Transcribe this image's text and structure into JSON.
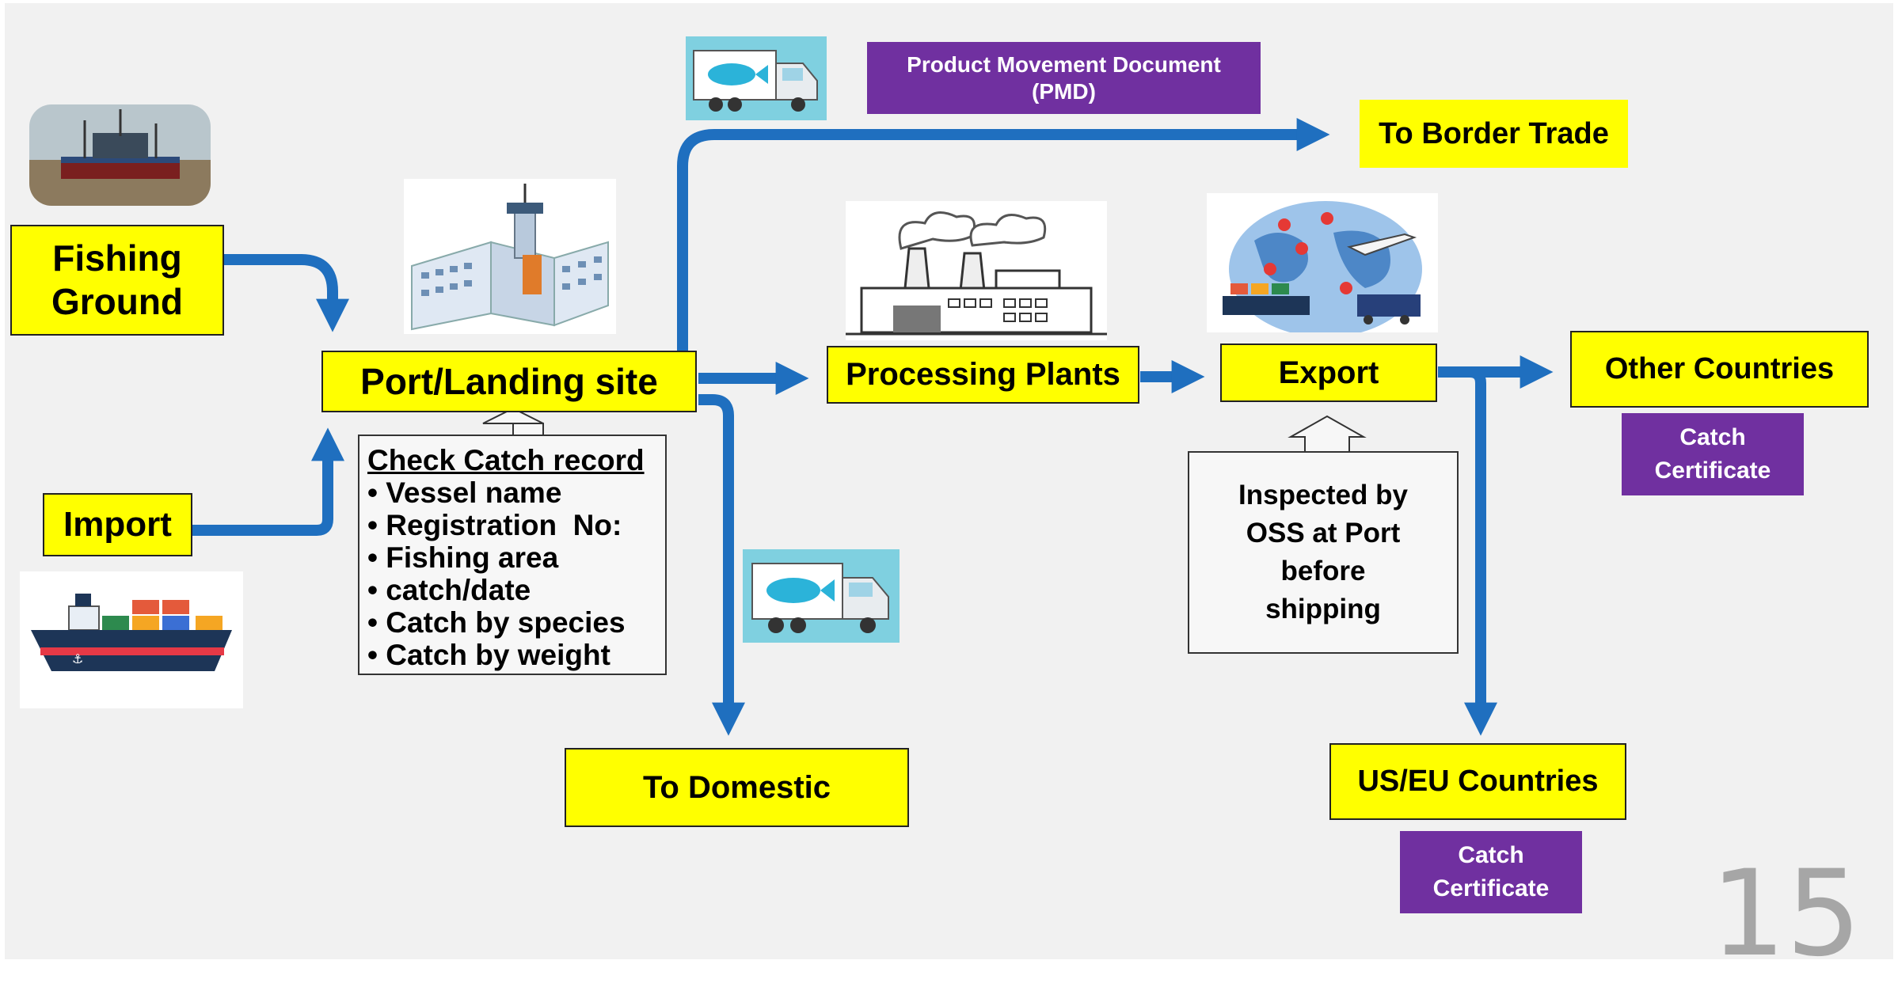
{
  "boxes": {
    "fishing_ground": "Fishing\nGround",
    "import": "Import",
    "port": "Port/Landing site",
    "processing": "Processing Plants",
    "export": "Export",
    "border_trade": "To Border Trade",
    "other_countries": "Other Countries",
    "domestic": "To Domestic",
    "us_eu": "US/EU Countries"
  },
  "documents": {
    "pmd": "Product Movement Document\n(PMD)",
    "catch_certificate_other": "Catch\nCertificate",
    "catch_certificate_useu": "Catch\nCertificate"
  },
  "check_record": {
    "title": "Check Catch record",
    "items": [
      "Vessel name",
      "Registration  No:",
      "Fishing area",
      "catch/date",
      "Catch by species",
      "Catch by weight"
    ]
  },
  "inspection": "Inspected by\nOSS at Port\nbefore\nshipping",
  "page_number": "15",
  "colors": {
    "arrow": "#1f6fbf",
    "box_fill": "#ffff00",
    "doc_fill": "#7030a0",
    "background": "#f1f1f1"
  },
  "images": [
    "fishing-boat-photo",
    "cargo-ship-illustration",
    "port-building-illustration",
    "factory-illustration",
    "global-logistics-illustration",
    "fish-truck-illustration"
  ]
}
